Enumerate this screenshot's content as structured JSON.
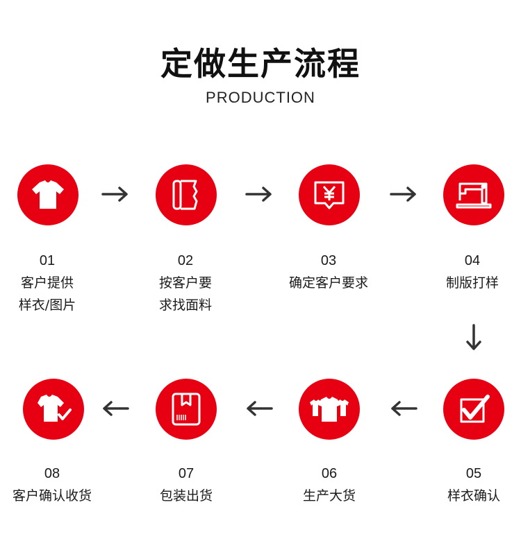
{
  "header": {
    "title": "定做生产流程",
    "subtitle": "PRODUCTION"
  },
  "steps": [
    {
      "num": "01",
      "line1": "客户提供",
      "line2": "样衣/图片",
      "icon": "tshirt-icon"
    },
    {
      "num": "02",
      "line1": "按客户要",
      "line2": "求找面料",
      "icon": "fabric-roll-icon"
    },
    {
      "num": "03",
      "line1": "确定客户要求",
      "line2": "",
      "icon": "yen-chat-icon"
    },
    {
      "num": "04",
      "line1": "制版打样",
      "line2": "",
      "icon": "sewing-machine-icon"
    },
    {
      "num": "05",
      "line1": "样衣确认",
      "line2": "",
      "icon": "checkbox-icon"
    },
    {
      "num": "06",
      "line1": "生产大货",
      "line2": "",
      "icon": "multiple-tshirts-icon"
    },
    {
      "num": "07",
      "line1": "包装出货",
      "line2": "",
      "icon": "package-box-icon"
    },
    {
      "num": "08",
      "line1": "客户确认收货",
      "line2": "",
      "icon": "tshirt-check-icon"
    }
  ],
  "colors": {
    "accent": "#e60012",
    "arrow": "#333333",
    "text": "#1a1a1a"
  }
}
